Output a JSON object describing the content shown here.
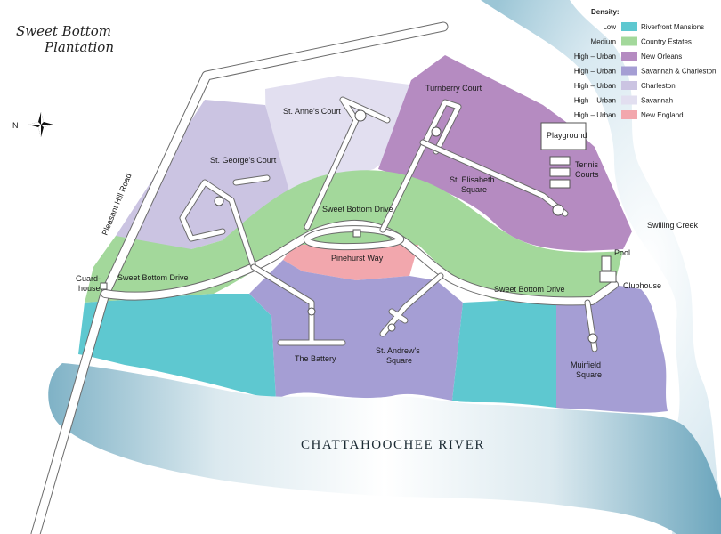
{
  "title": {
    "line1": "Sweet Bottom",
    "line2": "Plantation"
  },
  "north": "N",
  "legend": {
    "heading": "Density:",
    "items": [
      {
        "density": "Low",
        "name": "Riverfront Mansions",
        "color": "#5ec8d0"
      },
      {
        "density": "Medium",
        "name": "Country Estates",
        "color": "#a3d89b"
      },
      {
        "density": "High – Urban",
        "name": "New Orleans",
        "color": "#b58bc1"
      },
      {
        "density": "High – Urban",
        "name": "Savannah & Charleston",
        "color": "#a59ed4"
      },
      {
        "density": "High – Urban",
        "name": "Charleston",
        "color": "#cbc4e2"
      },
      {
        "density": "High – Urban",
        "name": "Savannah",
        "color": "#e2dff0"
      },
      {
        "density": "High – Urban",
        "name": "New England",
        "color": "#f2a7ad"
      }
    ]
  },
  "labels": {
    "st_annes": "St. Anne's Court",
    "turnberry": "Turnberry Court",
    "playground": "Playground",
    "tennis1": "Tennis",
    "tennis2": "Courts",
    "st_elisabeth1": "St. Elisabeth",
    "st_elisabeth2": "Square",
    "st_georges": "St. George's Court",
    "sbd_top": "Sweet Bottom Drive",
    "sbd_left": "Sweet Bottom Drive",
    "sbd_right": "Sweet Bottom Drive",
    "pinehurst": "Pinehurst Way",
    "swilling": "Swilling Creek",
    "pool": "Pool",
    "clubhouse": "Clubhouse",
    "guard1": "Guard-",
    "guard2": "house",
    "pleasant_hill": "Pleasant Hill Road",
    "battery": "The Battery",
    "st_andrews1": "St. Andrew's",
    "st_andrews2": "Square",
    "muirfield1": "Muirfield",
    "muirfield2": "Square",
    "river": "CHATTAHOOCHEE RIVER"
  }
}
